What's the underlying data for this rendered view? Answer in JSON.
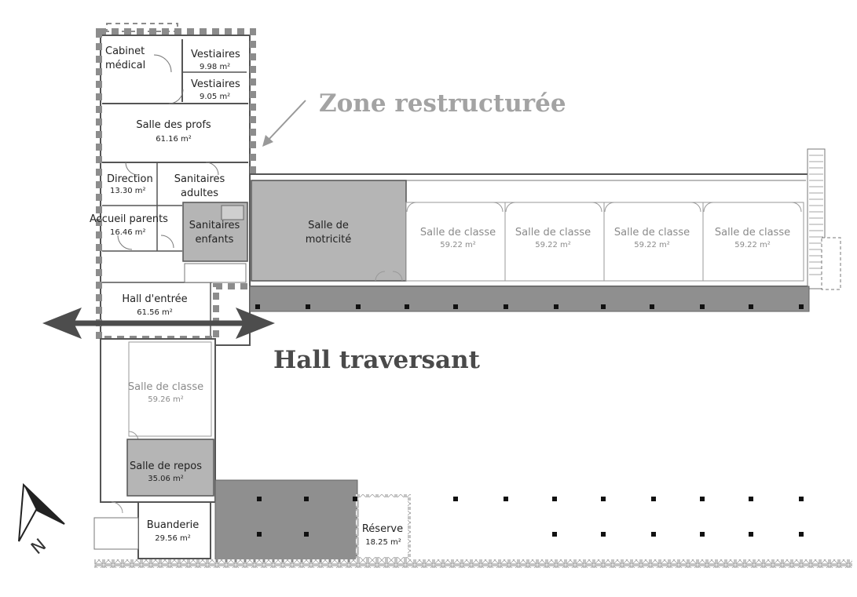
{
  "labels": {
    "zone": "Zone restructurée",
    "hall": "Hall traversant",
    "north": "N"
  },
  "rooms": {
    "cabinet_medical": {
      "name_line1": "Cabinet",
      "name_line2": "médical"
    },
    "vestiaires_1": {
      "name": "Vestiaires",
      "area": "9.98 m²"
    },
    "vestiaires_2": {
      "name": "Vestiaires",
      "area": "9.05 m²"
    },
    "salle_profs": {
      "name": "Salle des profs",
      "area": "61.16 m²"
    },
    "direction": {
      "name": "Direction",
      "area": "13.30 m²"
    },
    "sanitaires_adultes": {
      "name_line1": "Sanitaires",
      "name_line2": "adultes"
    },
    "accueil_parents": {
      "name": "Accueil parents",
      "area": "16.46 m²"
    },
    "sanitaires_enfants": {
      "name_line1": "Sanitaires",
      "name_line2": "enfants"
    },
    "motricite": {
      "name_line1": "Salle de",
      "name_line2": "motricité"
    },
    "classe_1": {
      "name": "Salle de classe",
      "area": "59.22 m²"
    },
    "classe_2": {
      "name": "Salle de classe",
      "area": "59.22 m²"
    },
    "classe_3": {
      "name": "Salle de classe",
      "area": "59.22 m²"
    },
    "classe_4": {
      "name": "Salle de classe",
      "area": "59.22 m²"
    },
    "hall_entree": {
      "name": "Hall d'entrée",
      "area": "61.56 m²"
    },
    "classe_5": {
      "name": "Salle de classe",
      "area": "59.26 m²"
    },
    "salle_repos": {
      "name": "Salle de repos",
      "area": "35.06 m²"
    },
    "buanderie": {
      "name": "Buanderie",
      "area": "29.56 m²"
    },
    "reserve": {
      "name": "Réserve",
      "area": "18.25 m²"
    }
  },
  "colors": {
    "zone_label": "#a3a3a3",
    "hall_label": "#4a4a4a",
    "hatched_room": "#b5b5b5",
    "covered_area": "#8f8f8f",
    "zone_border": "#8c8c8c",
    "arrow": "#4d4d4d"
  }
}
